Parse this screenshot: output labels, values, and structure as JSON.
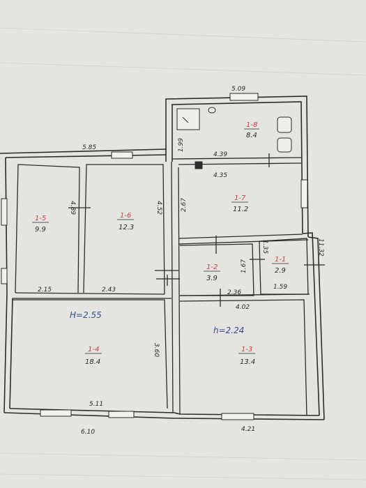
{
  "rooms": [
    {
      "id": "1-1",
      "area": "2.9"
    },
    {
      "id": "1-2",
      "area": "3.9"
    },
    {
      "id": "1-3",
      "area": "13.4"
    },
    {
      "id": "1-4",
      "area": "18.4"
    },
    {
      "id": "1-5",
      "area": "9.9"
    },
    {
      "id": "1-6",
      "area": "12.3"
    },
    {
      "id": "1-7",
      "area": "11.2"
    },
    {
      "id": "1-8",
      "area": "8.4"
    }
  ],
  "heights": {
    "left": "H=2.55",
    "right": "h=2.24"
  },
  "dimensions": {
    "top_right_width": "5.09",
    "top_left_width": "5.85",
    "bath_height": "1.99",
    "bath_width": "4.39",
    "room7_width": "4.35",
    "room7_height": "2.67",
    "overall_right_height": "11.32",
    "room5_height": "4.89",
    "room6_height": "4.52",
    "room5_width": "2.15",
    "room6_width": "2.43",
    "room2_width": "2.36",
    "room2_height": "1.67",
    "room1_height": "1.35",
    "room1_width": "1.59",
    "room3_top_width": "4.02",
    "room4_height": "3.60",
    "room4_width": "5.11",
    "bottom_left_width": "6.10",
    "bottom_right_width": "4.21"
  }
}
